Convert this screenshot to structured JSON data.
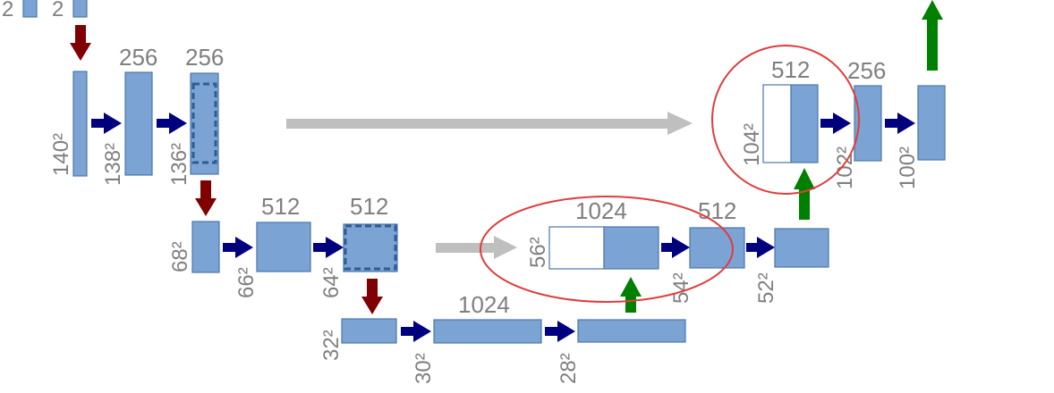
{
  "channels": {
    "top_left_a": "2",
    "top_left_b": "2",
    "level1_conv1": "256",
    "level1_conv2": "256",
    "level2_conv1": "512",
    "level2_conv2": "512",
    "bottom_conv": "1024",
    "up2_concat": "1024",
    "up2_conv": "512",
    "up1_concat": "512",
    "up1_conv": "256"
  },
  "sizes": {
    "l1_in": "140²",
    "l1_c1": "138²",
    "l1_c2": "136²",
    "l2_in": "68²",
    "l2_c1": "66²",
    "l2_c2": "64²",
    "l3_in": "32²",
    "l3_c1": "30²",
    "l3_c2": "28²",
    "u2_in": "56²",
    "u2_c1": "54²",
    "u2_c2": "52²",
    "u1_in": "104²",
    "u1_c1": "102²",
    "u1_c2": "100²"
  },
  "colors": {
    "feature_map": "#7ba3d3",
    "conv_arrow": "#00007f",
    "pool_arrow": "#7f0000",
    "upconv_arrow": "#008000",
    "copy_arrow": "#bfbfbf",
    "highlight_ellipse": "#e03c3c"
  }
}
